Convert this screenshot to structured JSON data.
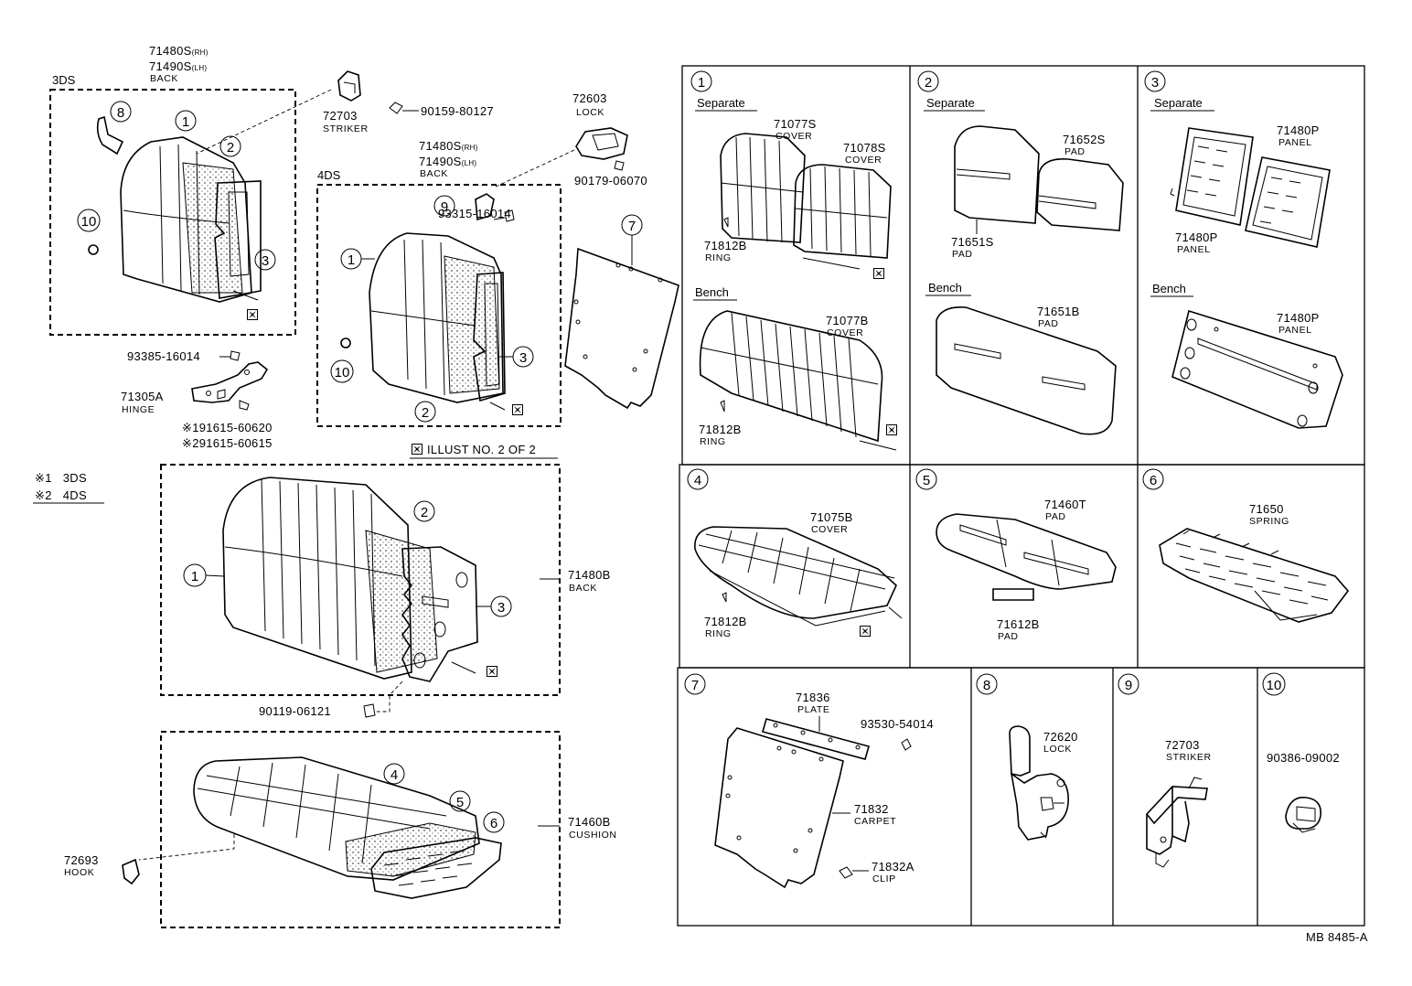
{
  "illustration": {
    "code": "MB 8485-A",
    "illust_note": "ILLUST NO. 2 OF 2",
    "footnotes": [
      {
        "mark": "※1",
        "text": "3DS"
      },
      {
        "mark": "※2",
        "text": "4DS"
      }
    ]
  },
  "left_view": {
    "group_3ds": "3DS",
    "group_4ds": "4DS",
    "back_3ds": {
      "pn_rh": "71480S",
      "rh": "(RH)",
      "pn_lh": "71490S",
      "lh": "(LH)",
      "name": "BACK"
    },
    "back_4ds": {
      "pn_rh": "71480S",
      "rh": "(RH)",
      "pn_lh": "71490S",
      "lh": "(LH)",
      "name": "BACK"
    },
    "striker": {
      "pn": "72703",
      "name": "STRIKER"
    },
    "bolt_striker": "90159-80127",
    "lock": {
      "pn": "72603",
      "name": "LOCK"
    },
    "nut_lock": "90179-06070",
    "bolt_9": "93315-16014",
    "bolt_hinge": "93385-16014",
    "hinge": {
      "pn": "71305A",
      "name": "HINGE"
    },
    "hinge_bolt_1": "※191615-60620",
    "hinge_bolt_2": "※291615-60615",
    "rear_back": {
      "pn": "71480B",
      "name": "BACK"
    },
    "bolt_back": "90119-06121",
    "cushion": {
      "pn": "71460B",
      "name": "CUSHION"
    },
    "hook": {
      "pn": "72693",
      "name": "HOOK"
    },
    "callouts": [
      "1",
      "2",
      "3",
      "4",
      "5",
      "6",
      "7",
      "8",
      "9",
      "10"
    ]
  },
  "detail_grid": {
    "cells": [
      {
        "num": "1",
        "sub_a": "Separate",
        "sub_b": "Bench",
        "parts": [
          {
            "pn": "71077S",
            "name": "COVER"
          },
          {
            "pn": "71078S",
            "name": "COVER"
          },
          {
            "pn": "71812B",
            "name": "RING"
          },
          {
            "pn": "71077B",
            "name": "COVER"
          },
          {
            "pn": "71812B",
            "name": "RING"
          }
        ]
      },
      {
        "num": "2",
        "sub_a": "Separate",
        "sub_b": "Bench",
        "parts": [
          {
            "pn": "71652S",
            "name": "PAD"
          },
          {
            "pn": "71651S",
            "name": "PAD"
          },
          {
            "pn": "71651B",
            "name": "PAD"
          }
        ]
      },
      {
        "num": "3",
        "sub_a": "Separate",
        "sub_b": "Bench",
        "parts": [
          {
            "pn": "71480P",
            "name": "PANEL"
          },
          {
            "pn": "71480P",
            "name": "PANEL"
          },
          {
            "pn": "71480P",
            "name": "PANEL"
          }
        ]
      },
      {
        "num": "4",
        "parts": [
          {
            "pn": "71075B",
            "name": "COVER"
          },
          {
            "pn": "71812B",
            "name": "RING"
          }
        ]
      },
      {
        "num": "5",
        "parts": [
          {
            "pn": "71460T",
            "name": "PAD"
          },
          {
            "pn": "71612B",
            "name": "PAD"
          }
        ]
      },
      {
        "num": "6",
        "parts": [
          {
            "pn": "71650",
            "name": "SPRING"
          }
        ]
      },
      {
        "num": "7",
        "parts": [
          {
            "pn": "71836",
            "name": "PLATE"
          },
          {
            "pn": "93530-54014",
            "name": ""
          },
          {
            "pn": "71832",
            "name": "CARPET"
          },
          {
            "pn": "71832A",
            "name": "CLIP"
          }
        ]
      },
      {
        "num": "8",
        "parts": [
          {
            "pn": "72620",
            "name": "LOCK"
          }
        ]
      },
      {
        "num": "9",
        "parts": [
          {
            "pn": "72703",
            "name": "STRIKER"
          }
        ]
      },
      {
        "num": "10",
        "parts": [
          {
            "pn": "90386-09002",
            "name": ""
          }
        ]
      }
    ]
  }
}
